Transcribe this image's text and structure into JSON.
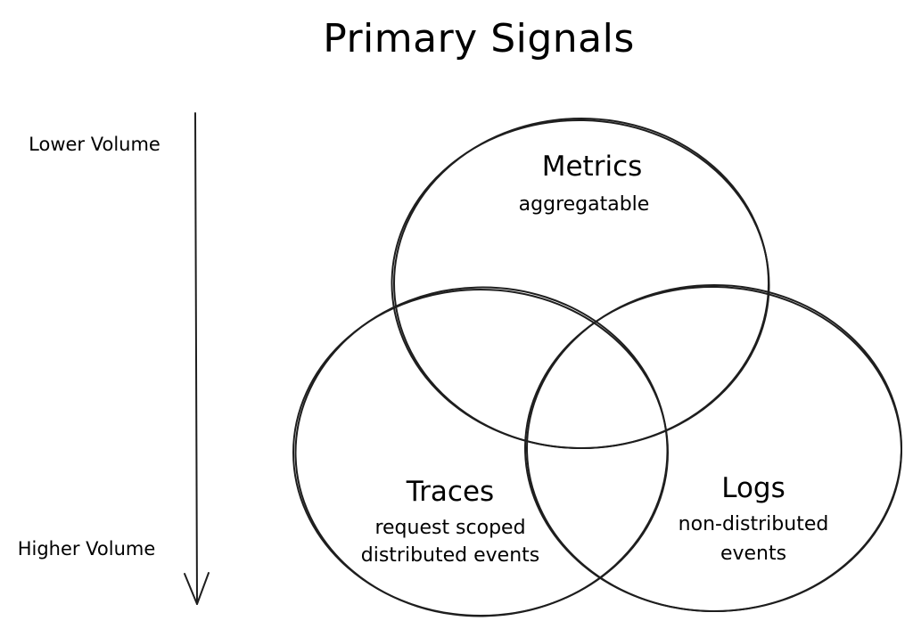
{
  "title": "Primary Signals",
  "volume_axis": {
    "top_label": "Lower Volume",
    "bottom_label": "Higher Volume"
  },
  "signals": {
    "metrics": {
      "name": "Metrics",
      "description": "aggregatable"
    },
    "traces": {
      "name": "Traces",
      "description_line1": "request scoped",
      "description_line2": "distributed events"
    },
    "logs": {
      "name": "Logs",
      "description_line1": "non-distributed",
      "description_line2": "events"
    }
  }
}
